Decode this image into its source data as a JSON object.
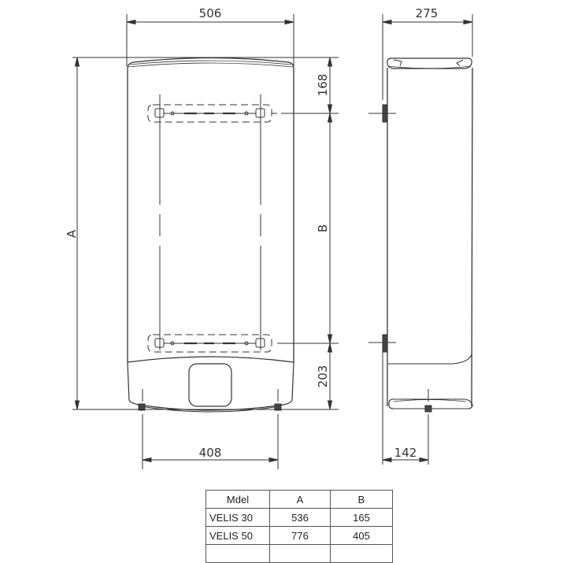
{
  "front_view": {
    "width_label": "506",
    "height_label": "A",
    "top_offset_label": "168",
    "bracket_spacing_label": "B",
    "bottom_offset_label": "203",
    "pipe_spacing_label": "408"
  },
  "side_view": {
    "depth_label": "275",
    "pipe_offset_label": "142"
  },
  "table": {
    "headers": [
      "Mdel",
      "A",
      "B"
    ],
    "rows": [
      [
        "VELIS 30",
        "536",
        "165"
      ],
      [
        "VELIS 50",
        "776",
        "405"
      ],
      [
        "",
        "",
        ""
      ]
    ]
  },
  "colors": {
    "line": "#333333",
    "background": "#ffffff"
  }
}
